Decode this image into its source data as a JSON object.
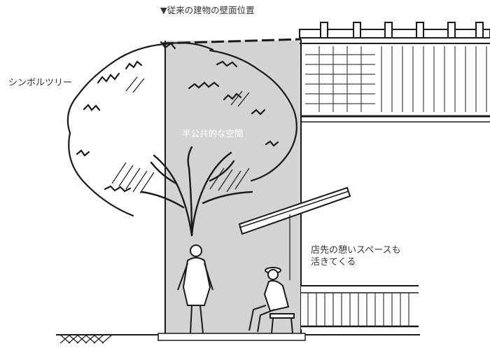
{
  "labels": {
    "former_wall_position": "▼従来の建物の壁面位置",
    "symbol_tree": "シンボルツリー",
    "semi_public_space": "半公共的な空間",
    "storefront_line1": "店先の憩いスペースも",
    "storefront_line2": "活きてくる"
  },
  "colors": {
    "space_fill": "#d3d3d3",
    "ink": "#1a1a1a",
    "label_text": "#333333",
    "inner_label": "#ffffff"
  },
  "icons": {
    "tree": "tree-icon",
    "standing_person": "person-standing-icon",
    "seated_person": "person-seated-icon",
    "stool": "stool-icon",
    "roof": "tiled-roof-icon",
    "awning": "awning-icon",
    "fence": "fence-icon",
    "ground": "ground-hatch-icon"
  }
}
